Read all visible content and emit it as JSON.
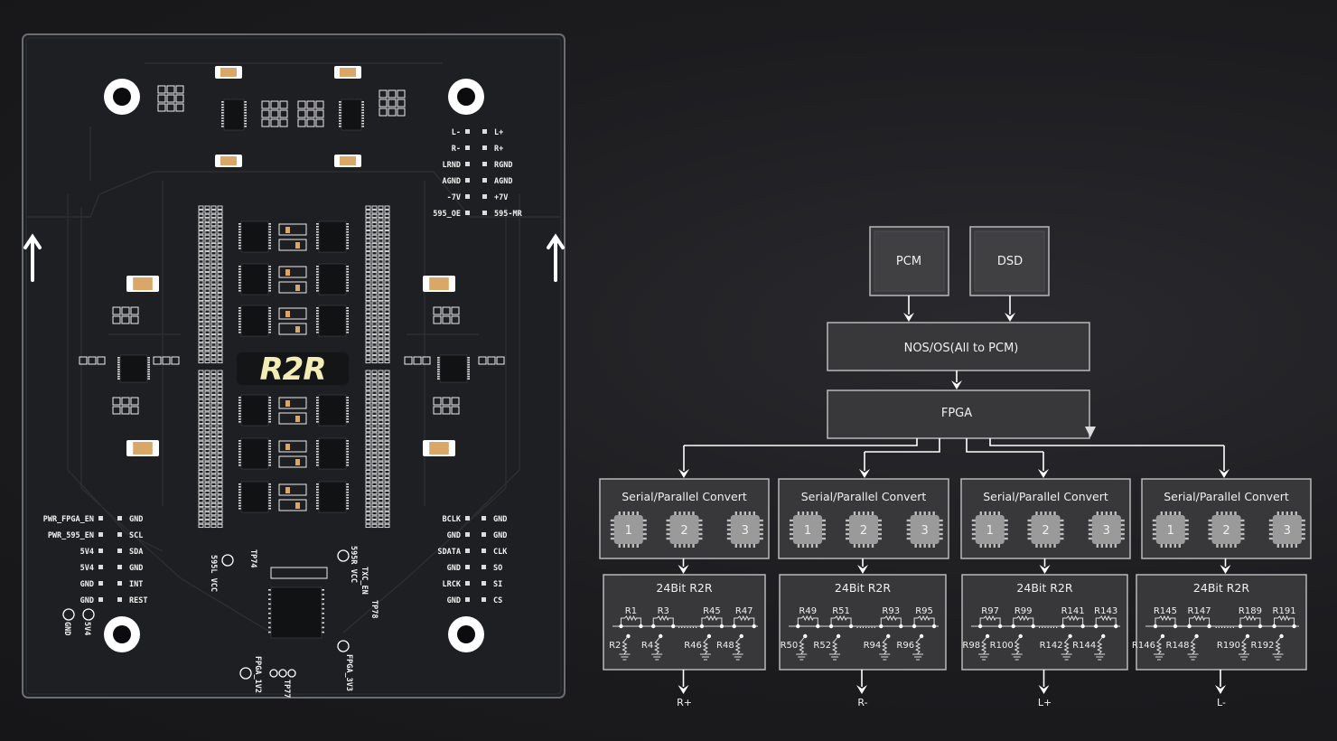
{
  "colors": {
    "background": "#1c1c1f",
    "board": "#1e1f22",
    "board_edge": "#6a6c70",
    "silkscreen": "#f2f2f2",
    "pad_gold": "#d9a868",
    "logo": "#f3ecb4",
    "box_fill": "#38383b",
    "box_border": "#b8b8b8",
    "chip_fill": "#9a9a9a"
  },
  "pcb": {
    "logo": "R2R",
    "top_right_pins": [
      {
        "left": "L-",
        "right": "L+"
      },
      {
        "left": "R-",
        "right": "R+"
      },
      {
        "left": "LRND",
        "right": "RGND"
      },
      {
        "left": "AGND",
        "right": "AGND"
      },
      {
        "left": "-7V",
        "right": "+7V"
      },
      {
        "left": "595_OE",
        "right": "595-MR"
      }
    ],
    "bottom_left_pins": [
      {
        "left": "PWR_FPGA_EN",
        "right": "GND"
      },
      {
        "left": "PWR_595_EN",
        "right": "SCL"
      },
      {
        "left": "5V4",
        "right": "SDA"
      },
      {
        "left": "5V4",
        "right": "GND"
      },
      {
        "left": "GND",
        "right": "INT"
      },
      {
        "left": "GND",
        "right": "REST"
      }
    ],
    "bottom_right_pins": [
      {
        "left": "BCLK",
        "right": "GND"
      },
      {
        "left": "GND",
        "right": "GND"
      },
      {
        "left": "SDATA",
        "right": "CLK"
      },
      {
        "left": "GND",
        "right": "SO"
      },
      {
        "left": "LRCK",
        "right": "SI"
      },
      {
        "left": "GND",
        "right": "CS"
      }
    ],
    "test_points": {
      "gnd": "GND",
      "v54": "5V4",
      "vcc595l": "595L VCC",
      "vcc595r": "595R VCC",
      "tp74": "TP74",
      "txc_en": "TXC_EN",
      "tp78": "TP78",
      "tp77": "TP77",
      "fpga_1v2": "FPGA_1V2",
      "fpga_3v3": "FPGA_3V3"
    },
    "direction_arrows": [
      "arrow-up",
      "arrow-up"
    ]
  },
  "diagram": {
    "inputs": [
      "PCM",
      "DSD"
    ],
    "nos": "NOS/OS(All to PCM)",
    "fpga": "FPGA",
    "channels": [
      {
        "converter": "Serial/Parallel Convert",
        "chips": [
          "1",
          "2",
          "3"
        ],
        "dac": "24Bit R2R",
        "series": [
          "R1",
          "R3",
          "R45",
          "R47"
        ],
        "shunt": [
          "R2",
          "R4",
          "R46",
          "R48"
        ],
        "output": "R+"
      },
      {
        "converter": "Serial/Parallel Convert",
        "chips": [
          "1",
          "2",
          "3"
        ],
        "dac": "24Bit R2R",
        "series": [
          "R49",
          "R51",
          "R93",
          "R95"
        ],
        "shunt": [
          "R50",
          "R52",
          "R94",
          "R96"
        ],
        "output": "R-"
      },
      {
        "converter": "Serial/Parallel Convert",
        "chips": [
          "1",
          "2",
          "3"
        ],
        "dac": "24Bit R2R",
        "series": [
          "R97",
          "R99",
          "R141",
          "R143"
        ],
        "shunt": [
          "R98",
          "R100",
          "R142",
          "R144"
        ],
        "output": "L+"
      },
      {
        "converter": "Serial/Parallel Convert",
        "chips": [
          "1",
          "2",
          "3"
        ],
        "dac": "24Bit R2R",
        "series": [
          "R145",
          "R147",
          "R189",
          "R191"
        ],
        "shunt": [
          "R146",
          "R148",
          "R190",
          "R192"
        ],
        "output": "L-"
      }
    ],
    "ellipsis": "......."
  }
}
